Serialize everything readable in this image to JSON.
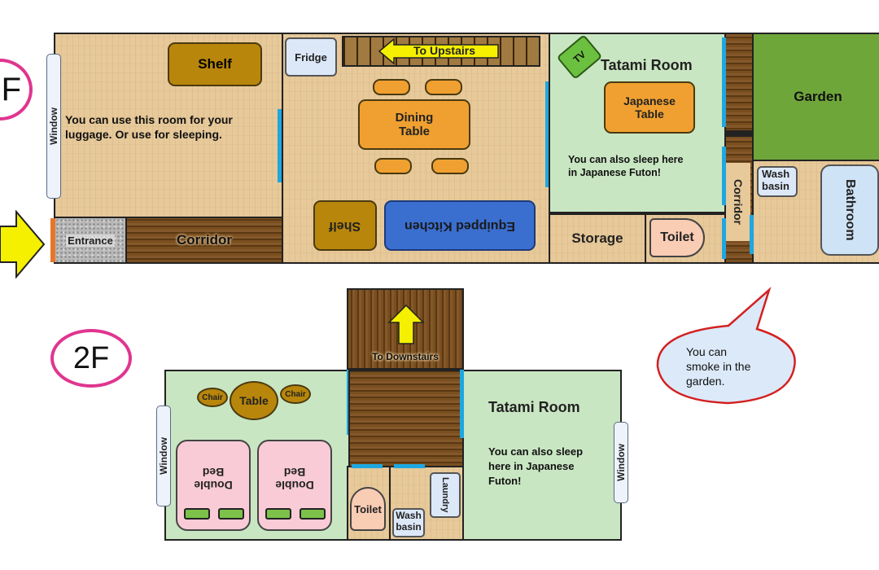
{
  "floor1": {
    "label": "F",
    "entrance_label": "Entrance",
    "corridor_label": "Corridor",
    "window_label": "Window",
    "storage_room": {
      "shelf_label": "Shelf",
      "note_line1": "You can use this room for your",
      "note_line2": "luggage. Or use for sleeping."
    },
    "kitchen": {
      "fridge_label": "Fridge",
      "stairs_label": "To Upstairs",
      "dining_line1": "Dining",
      "dining_line2": "Table",
      "shelf_label": "Shelf",
      "kitchen_label": "Equipped Kitchen"
    },
    "tatami": {
      "title": "Tatami Room",
      "tv_label": "TV",
      "table_line1": "Japanese",
      "table_line2": "Table",
      "note_line1": "You can also sleep here",
      "note_line2": "in Japanese Futon!"
    },
    "storage_label": "Storage",
    "toilet_label": "Toilet",
    "corridor_side_label": "Corridor",
    "garden_label": "Garden",
    "wash_line1": "Wash",
    "wash_line2": "basin",
    "bathroom_label": "Bathroom"
  },
  "floor2": {
    "label": "2F",
    "stairs_label": "To Downstairs",
    "bedroom": {
      "chair_label": "Chair",
      "table_label": "Table",
      "window_label": "Window",
      "bed_line1": "Double",
      "bed_line2": "Bed"
    },
    "toilet_label": "Toilet",
    "wash_line1": "Wash",
    "wash_line2": "basin",
    "laundry_label": "Laundry",
    "tatami": {
      "title": "Tatami Room",
      "note_line1": "You can also sleep",
      "note_line2": "here in Japanese",
      "note_line3": "Futon!",
      "window_label": "Window"
    }
  },
  "speech_bubble": {
    "line1": "You can",
    "line2": "smoke in the",
    "line3": "garden."
  },
  "colors": {
    "floor_badge_border": "#e0358f",
    "entrance_arrow": "#f5f000",
    "door": "#1ea7e0",
    "furniture_brown": "#b8860b",
    "furniture_orange": "#f0a030",
    "kitchen_blue": "#3a6fd0",
    "garden": "#6fa63a",
    "tatami": "#c9e6c2",
    "bubble_border": "#d42020"
  }
}
